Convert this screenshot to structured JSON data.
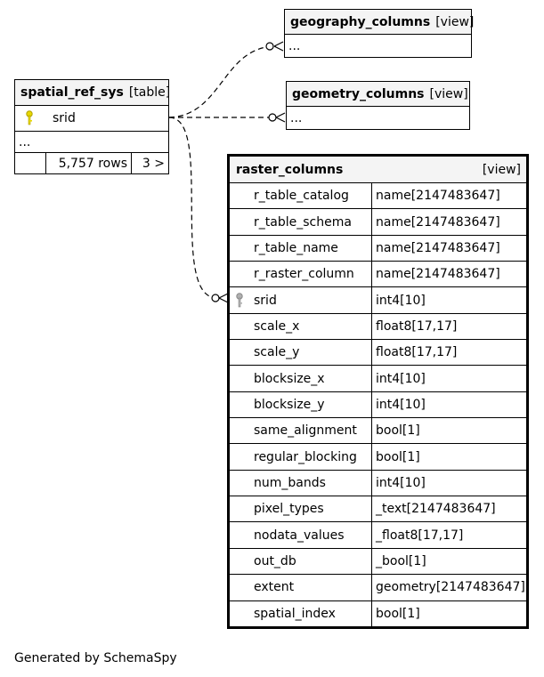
{
  "footer": "Generated by SchemaSpy",
  "spatial_ref_sys": {
    "name": "spatial_ref_sys",
    "type": "[table]",
    "column": "srid",
    "more": "...",
    "rows": "5,757 rows",
    "children": "3 >"
  },
  "geography_columns": {
    "name": "geography_columns",
    "type": "[view]",
    "more": "..."
  },
  "geometry_columns": {
    "name": "geometry_columns",
    "type": "[view]",
    "more": "..."
  },
  "raster_columns": {
    "name": "raster_columns",
    "type": "[view]",
    "columns": [
      {
        "name": "r_table_catalog",
        "type": "name[2147483647]"
      },
      {
        "name": "r_table_schema",
        "type": "name[2147483647]"
      },
      {
        "name": "r_table_name",
        "type": "name[2147483647]"
      },
      {
        "name": "r_raster_column",
        "type": "name[2147483647]"
      },
      {
        "name": "srid",
        "type": "int4[10]"
      },
      {
        "name": "scale_x",
        "type": "float8[17,17]"
      },
      {
        "name": "scale_y",
        "type": "float8[17,17]"
      },
      {
        "name": "blocksize_x",
        "type": "int4[10]"
      },
      {
        "name": "blocksize_y",
        "type": "int4[10]"
      },
      {
        "name": "same_alignment",
        "type": "bool[1]"
      },
      {
        "name": "regular_blocking",
        "type": "bool[1]"
      },
      {
        "name": "num_bands",
        "type": "int4[10]"
      },
      {
        "name": "pixel_types",
        "type": "_text[2147483647]"
      },
      {
        "name": "nodata_values",
        "type": "_float8[17,17]"
      },
      {
        "name": "out_db",
        "type": "_bool[1]"
      },
      {
        "name": "extent",
        "type": "geometry[2147483647]"
      },
      {
        "name": "spatial_index",
        "type": "bool[1]"
      }
    ]
  },
  "colors": {
    "primary_key": "#e8d800",
    "foreign_key": "#b0b0b0",
    "header_bg": "#f4f4f4"
  },
  "icons": {
    "primary_key": "key-icon",
    "foreign_key": "key-icon"
  }
}
